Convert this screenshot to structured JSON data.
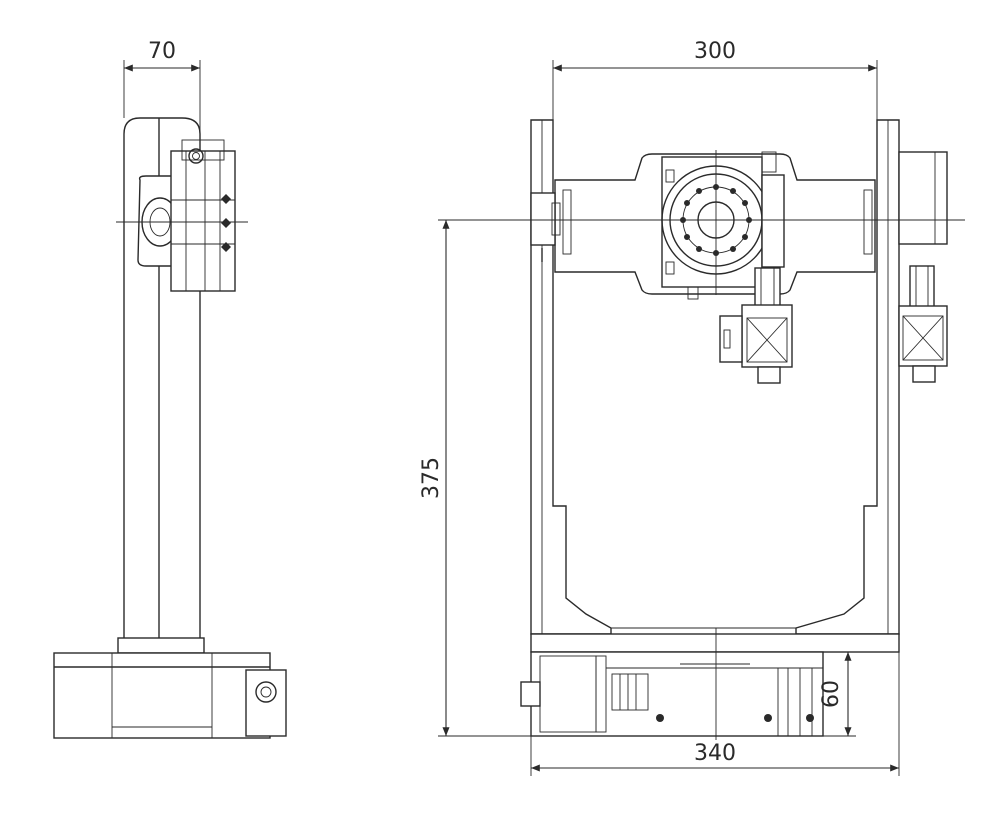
{
  "dimensions": {
    "side_width": "70",
    "top_width": "300",
    "height": "375",
    "base_height": "60",
    "base_width": "340"
  },
  "colors": {
    "line": "#2a2a2a",
    "background": "#ffffff"
  }
}
